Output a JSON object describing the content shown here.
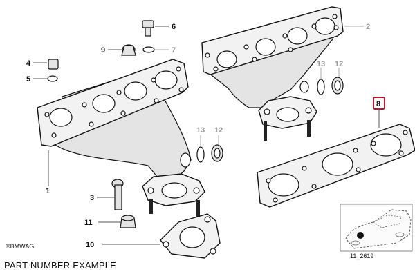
{
  "diagram": {
    "callouts": [
      {
        "id": "1",
        "label": "1",
        "grey": false
      },
      {
        "id": "2",
        "label": "2",
        "grey": true
      },
      {
        "id": "3",
        "label": "3",
        "grey": false
      },
      {
        "id": "4",
        "label": "4",
        "grey": false
      },
      {
        "id": "5",
        "label": "5",
        "grey": false
      },
      {
        "id": "6",
        "label": "6",
        "grey": false
      },
      {
        "id": "7",
        "label": "7",
        "grey": true
      },
      {
        "id": "8",
        "label": "8",
        "grey": false,
        "highlighted": true
      },
      {
        "id": "9",
        "label": "9",
        "grey": false
      },
      {
        "id": "10",
        "label": "10",
        "grey": false
      },
      {
        "id": "11",
        "label": "11",
        "grey": false
      },
      {
        "id": "12a",
        "label": "12",
        "grey": true
      },
      {
        "id": "13a",
        "label": "13",
        "grey": true
      },
      {
        "id": "12b",
        "label": "12",
        "grey": true
      },
      {
        "id": "13b",
        "label": "13",
        "grey": true
      }
    ],
    "copyright": "©BMWAG",
    "figure_code": "11_2619",
    "highlight_color": "#c0152f"
  },
  "caption": "PART NUMBER EXAMPLE"
}
